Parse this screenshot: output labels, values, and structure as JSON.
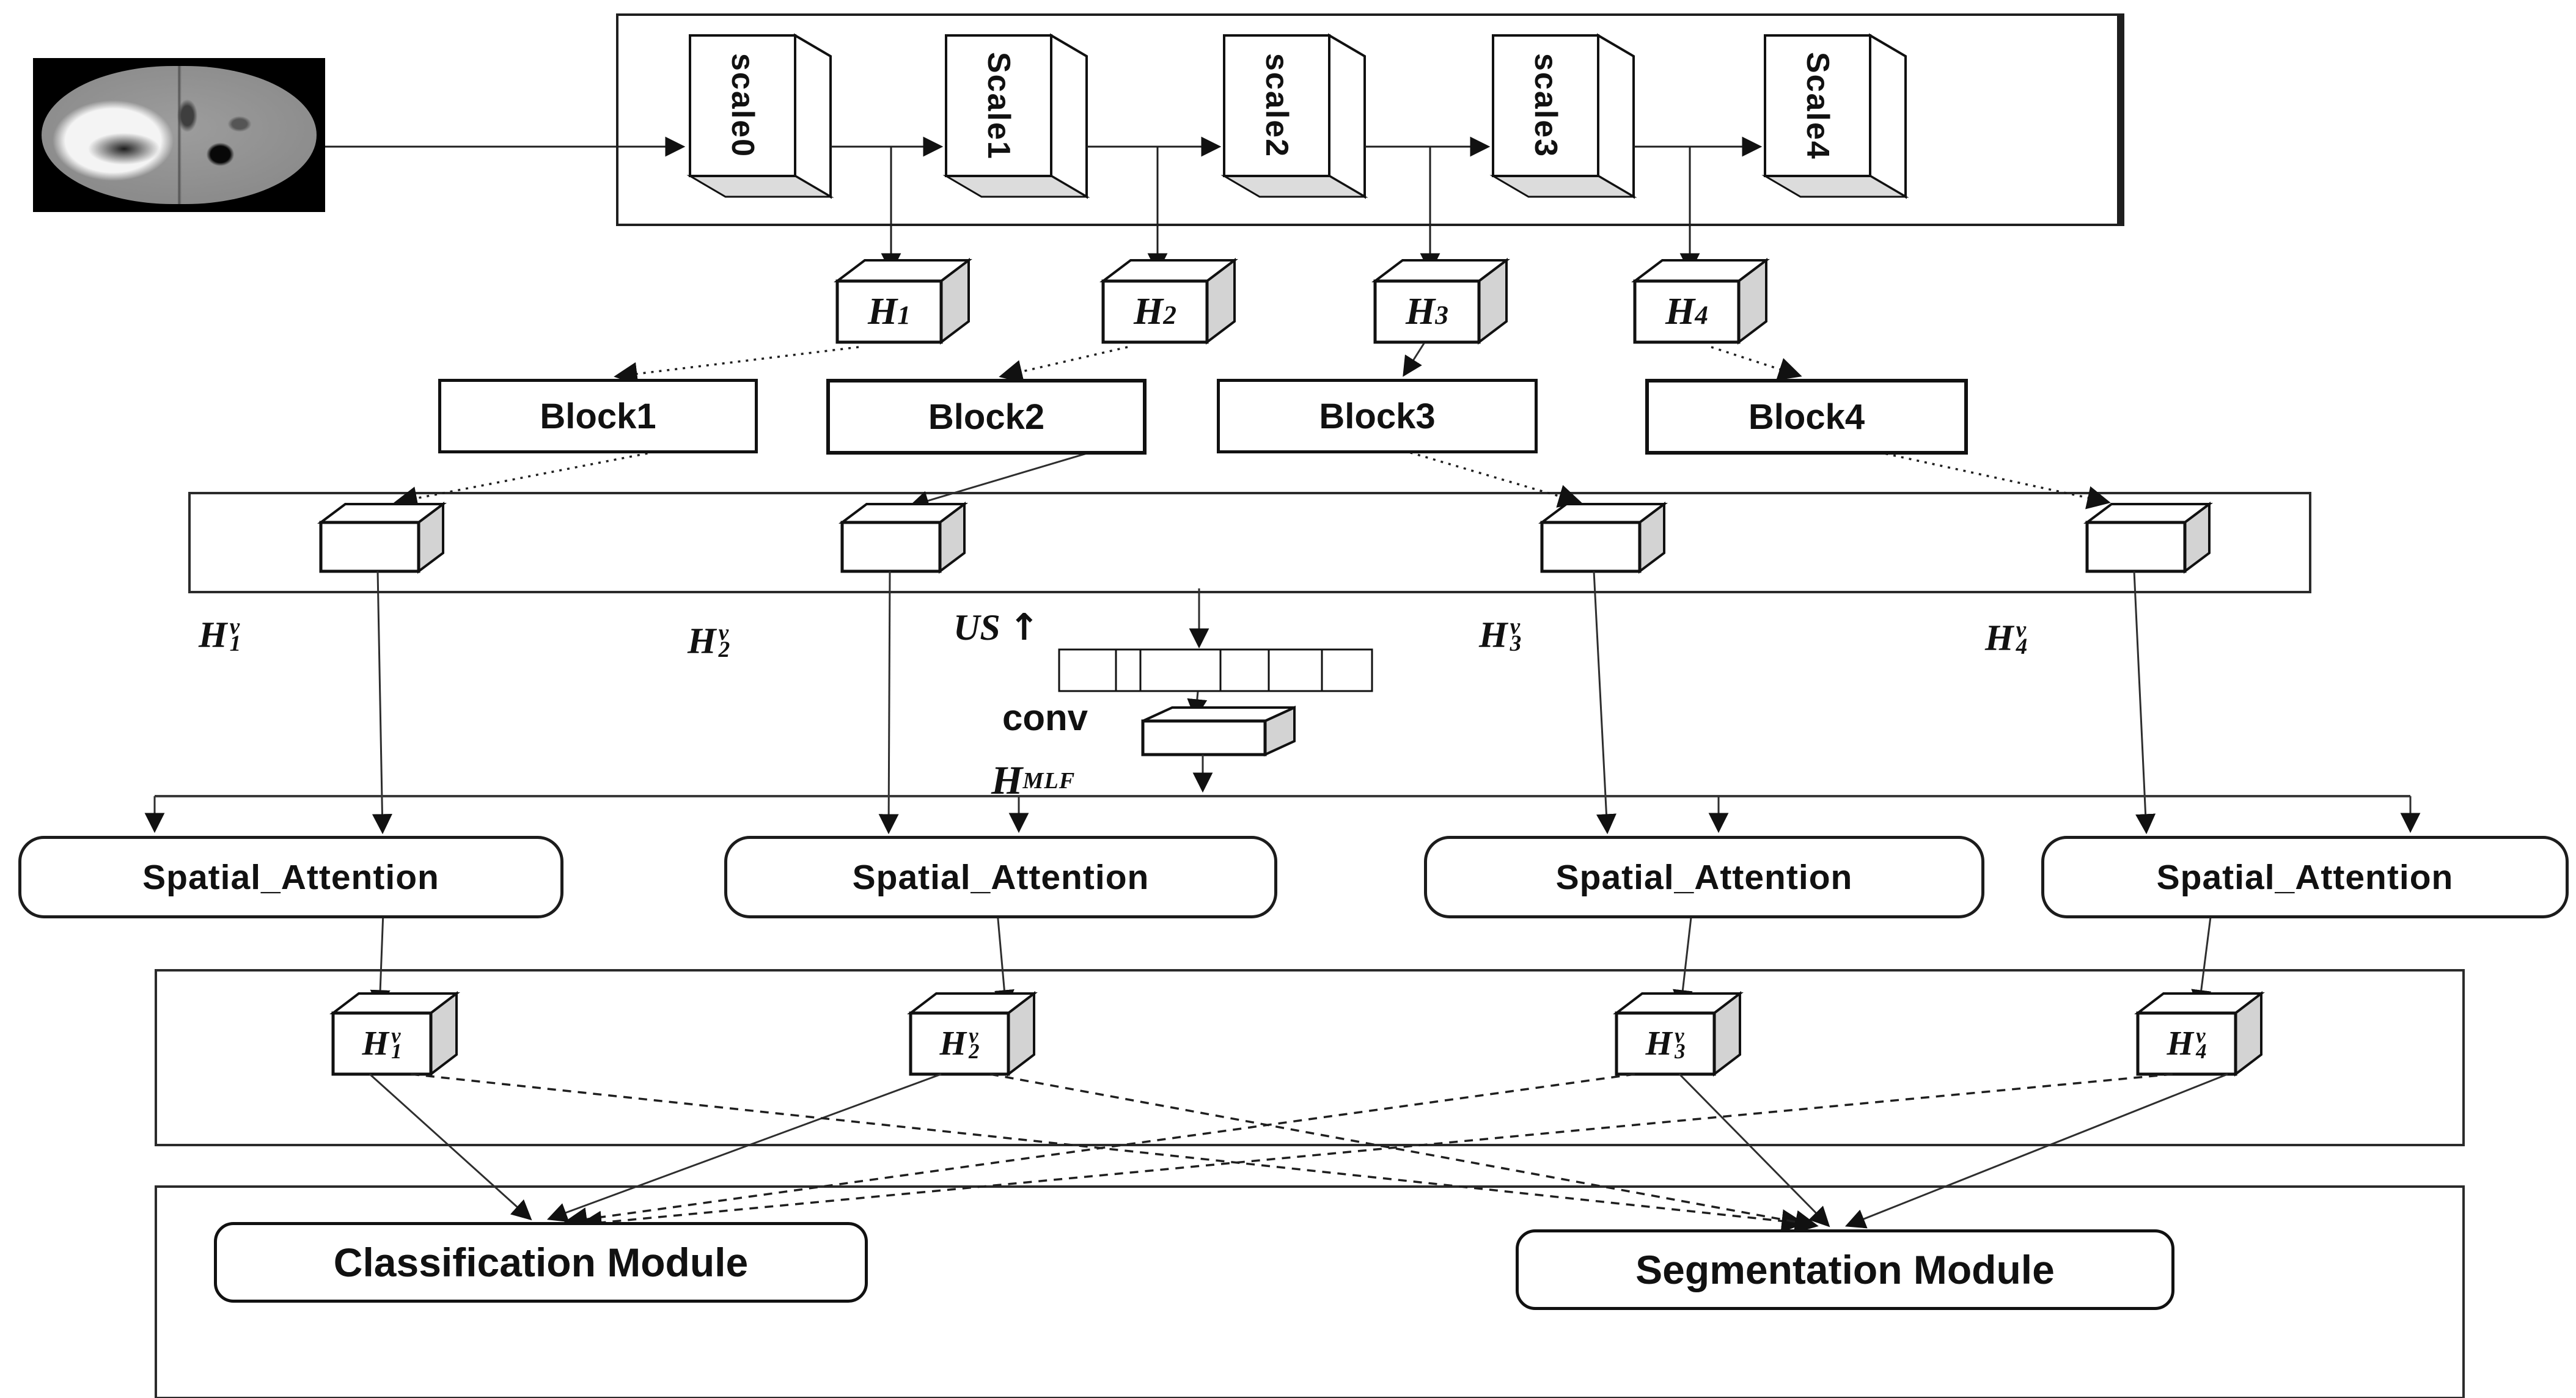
{
  "diagram": {
    "encoder_scales": [
      "scale0",
      "Scale1",
      "scale2",
      "scale3",
      "Scale4"
    ],
    "feature_maps": [
      {
        "base": "H",
        "sub": "1"
      },
      {
        "base": "H",
        "sub": "2"
      },
      {
        "base": "H",
        "sub": "3"
      },
      {
        "base": "H",
        "sub": "4"
      }
    ],
    "blocks": [
      "Block1",
      "Block2",
      "Block3",
      "Block4"
    ],
    "hv": [
      {
        "base": "H",
        "sup": "v",
        "sub": "1"
      },
      {
        "base": "H",
        "sup": "v",
        "sub": "2"
      },
      {
        "base": "H",
        "sup": "v",
        "sub": "3"
      },
      {
        "base": "H",
        "sup": "v",
        "sub": "4"
      }
    ],
    "fusion": {
      "us_label": "US",
      "us_arrow": "↑",
      "conv_label": "conv",
      "hmlf_base": "H",
      "hmlf_sup": "MLF"
    },
    "attention_label": "Spatial_Attention",
    "modules": {
      "classification": "Classification Module",
      "segmentation": "Segmentation Module"
    },
    "colors": {
      "cube_side": "#d3d3d3",
      "pillar_shadow": "#dcdcdc",
      "line": "#1f1f1f"
    }
  }
}
